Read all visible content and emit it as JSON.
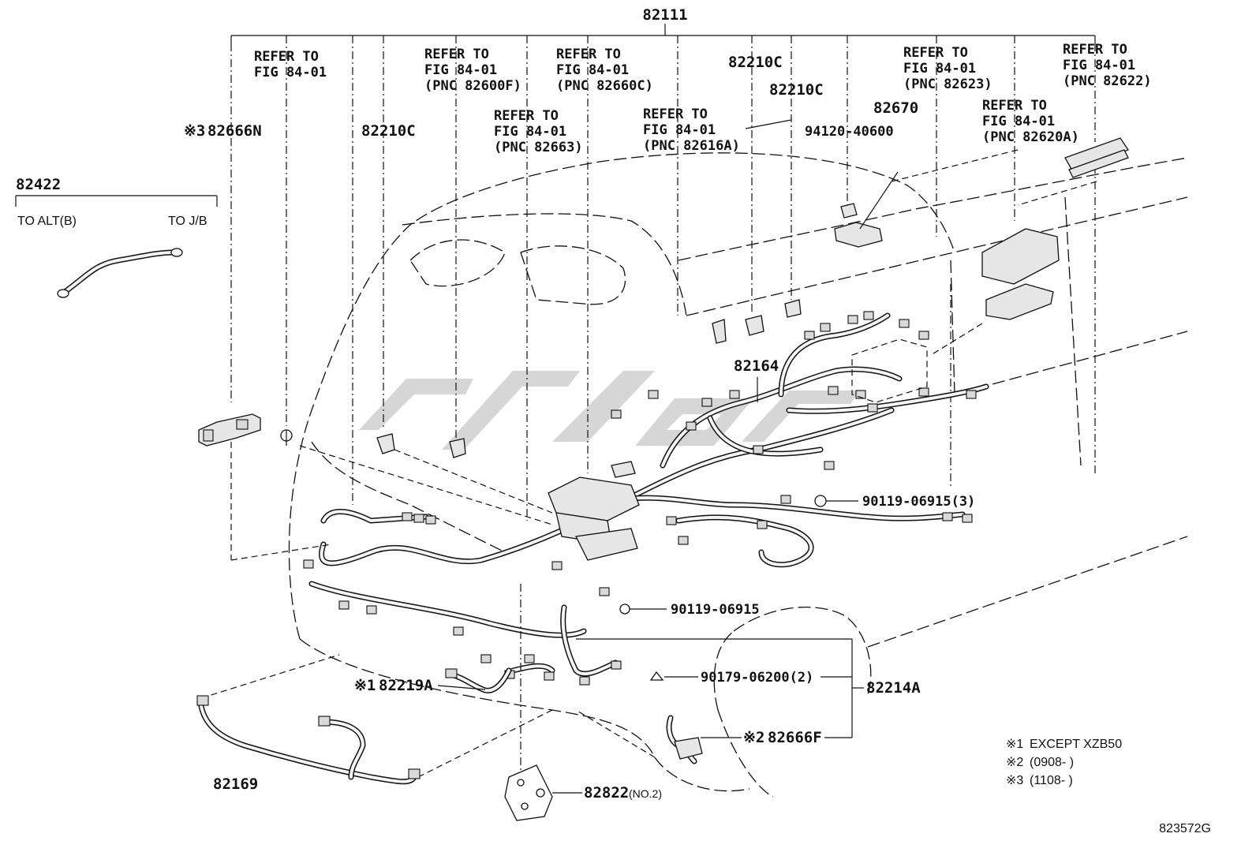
{
  "diagram_id": "823572G",
  "parts": {
    "main_harness": "82111",
    "battery_cable": "82422",
    "battery_to_alt": "TO ALT(B)",
    "battery_to_jb": "TO J/B",
    "clip_82666n_mark": "※3",
    "clip_82666n": "82666N",
    "clamp_left": "82210C",
    "clamp_mid_a": "82210C",
    "clamp_mid_b": "82210C",
    "relay_block": "82670",
    "nut": "94120-40600",
    "cover_82164": "82164",
    "bolt_3": "90119-06915(3)",
    "bolt_1": "90119-06915",
    "clip_2": "90179-06200(2)",
    "harness_82214a": "82214A",
    "sub_82219a_mark": "※1",
    "sub_82219a": "82219A",
    "sub_82666f_mark": "※2",
    "sub_82666f": "82666F",
    "harness_82169": "82169",
    "bracket_82822": "82822",
    "bracket_82822_note": "(NO.2)"
  },
  "refer_notes": [
    {
      "line1": "REFER TO",
      "line2": "FIG 84-01",
      "line3": ""
    },
    {
      "line1": "REFER TO",
      "line2": "FIG 84-01",
      "line3": "(PNC 82600F)"
    },
    {
      "line1": "REFER TO",
      "line2": "FIG 84-01",
      "line3": "(PNC 82660C)"
    },
    {
      "line1": "REFER TO",
      "line2": "FIG 84-01",
      "line3": "(PNC 82663)"
    },
    {
      "line1": "REFER TO",
      "line2": "FIG 84-01",
      "line3": "(PNC 82616A)"
    },
    {
      "line1": "REFER TO",
      "line2": "FIG 84-01",
      "line3": "(PNC 82623)"
    },
    {
      "line1": "REFER TO",
      "line2": "FIG 84-01",
      "line3": "(PNC 82622)"
    },
    {
      "line1": "REFER TO",
      "line2": "FIG 84-01",
      "line3": "(PNC 82620A)"
    }
  ],
  "footnotes": [
    {
      "mark": "※1",
      "text": "EXCEPT XZB50"
    },
    {
      "mark": "※2",
      "text": "(0908-      )"
    },
    {
      "mark": "※3",
      "text": "(1108-      )"
    }
  ],
  "watermark": "CYBRO"
}
